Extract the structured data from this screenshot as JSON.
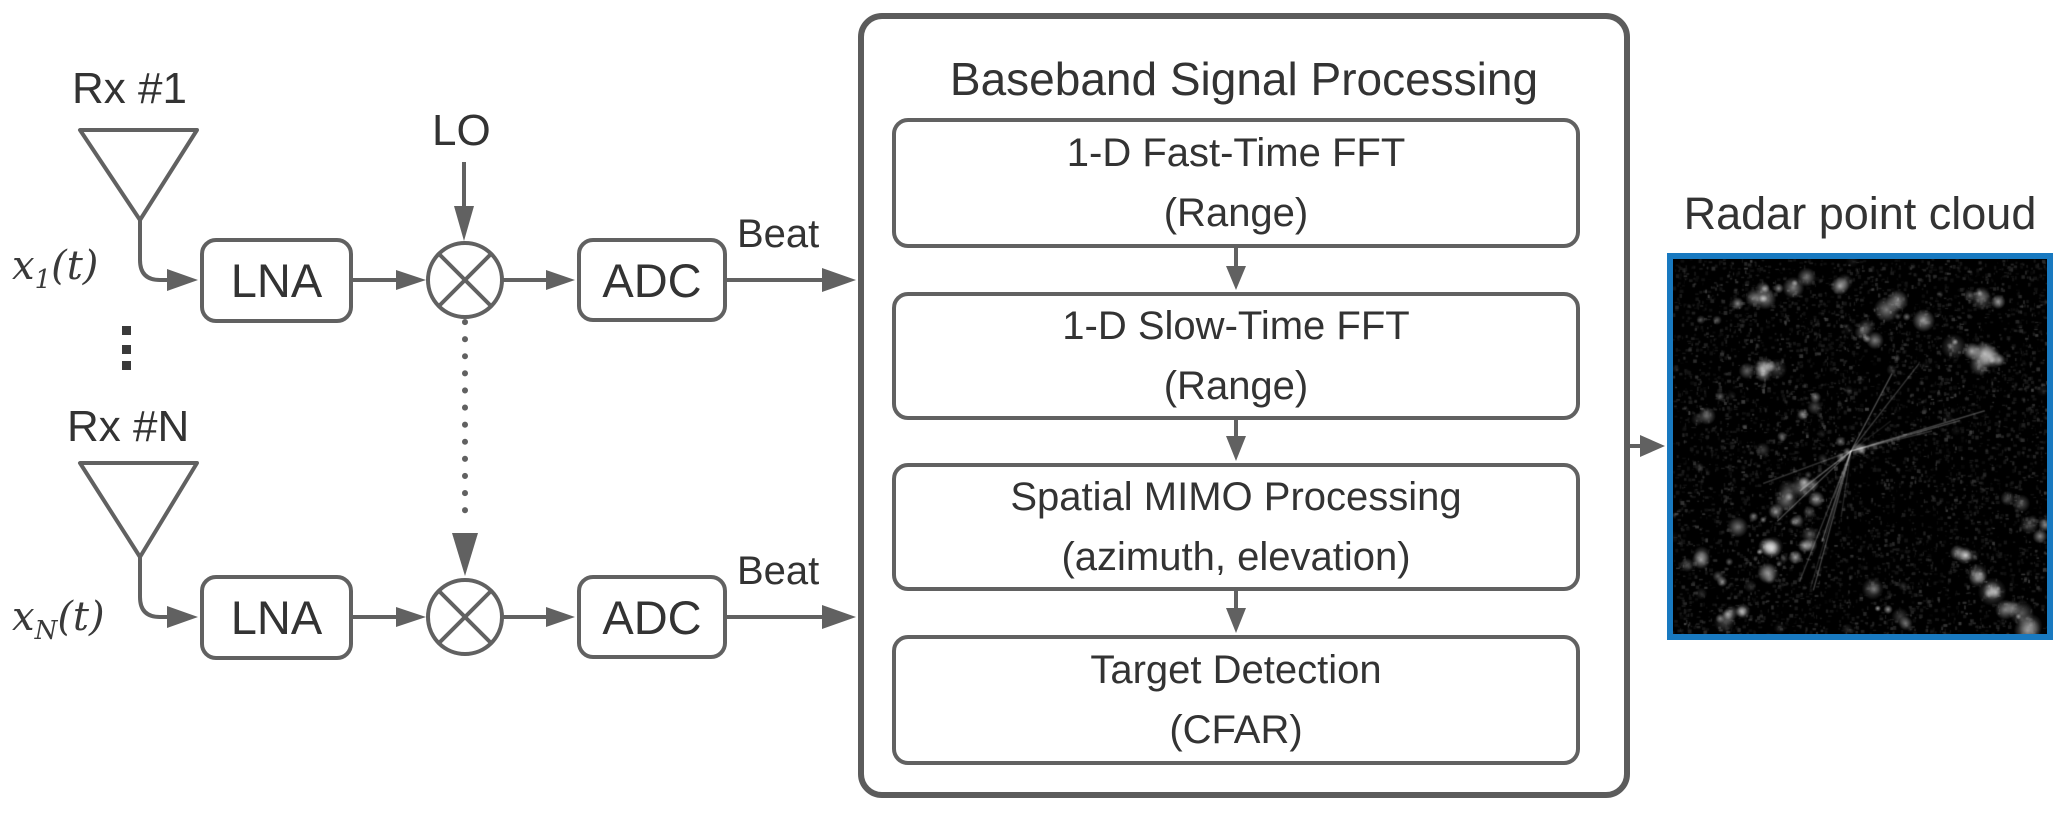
{
  "colors": {
    "line_gray": "#616161",
    "text_dark": "#333333",
    "accent_blue": "#1879c0"
  },
  "lo_label": "LO",
  "rows": [
    {
      "rx": "Rx #1",
      "x_var": "x",
      "x_sub": "1",
      "x_arg": "(t)",
      "lna": "LNA",
      "adc": "ADC",
      "beat": "Beat"
    },
    {
      "rx": "Rx #N",
      "x_var": "x",
      "x_sub": "N",
      "x_arg": "(t)",
      "lna": "LNA",
      "adc": "ADC",
      "beat": "Beat"
    }
  ],
  "processing": {
    "title": "Baseband Signal Processing",
    "steps": [
      {
        "line1": "1-D Fast-Time FFT",
        "line2": "(Range)"
      },
      {
        "line1": "1-D Slow-Time FFT",
        "line2": "(Range)"
      },
      {
        "line1": "Spatial MIMO Processing",
        "line2": "(azimuth, elevation)"
      },
      {
        "line1": "Target Detection",
        "line2": "(CFAR)"
      }
    ]
  },
  "output": {
    "label": "Radar point cloud"
  }
}
